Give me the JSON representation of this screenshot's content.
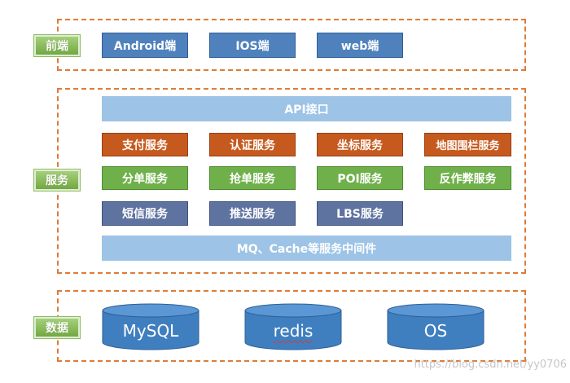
{
  "layers": {
    "frontend": "前端",
    "services": "服务",
    "data": "数据"
  },
  "frontend": {
    "android": "Android端",
    "ios": "IOS端",
    "web": "web端"
  },
  "services": {
    "api": "API接口",
    "pay": "支付服务",
    "auth": "认证服务",
    "coordinate": "坐标服务",
    "geofence": "地图围栏服务",
    "split_order": "分单服务",
    "grab_order": "抢单服务",
    "poi": "POI服务",
    "anti_fraud": "反作弊服务",
    "sms": "短信服务",
    "push": "推送服务",
    "lbs": "LBS服务",
    "middleware": "MQ、Cache等服务中间件"
  },
  "data": {
    "mysql": "MySQL",
    "redis": "redis",
    "os": "OS"
  },
  "watermark": "https://blog.csdn.net/yy0706",
  "colors": {
    "dashed_border": "#e07b39",
    "tag_green": "#72a842",
    "frontend_blue": "#4f81bd",
    "api_light_blue": "#9dc3e6",
    "service_orange": "#c65a1e",
    "service_green": "#6fb04a",
    "service_slate": "#5f73a0",
    "db_blue": "#3f7fc0"
  }
}
